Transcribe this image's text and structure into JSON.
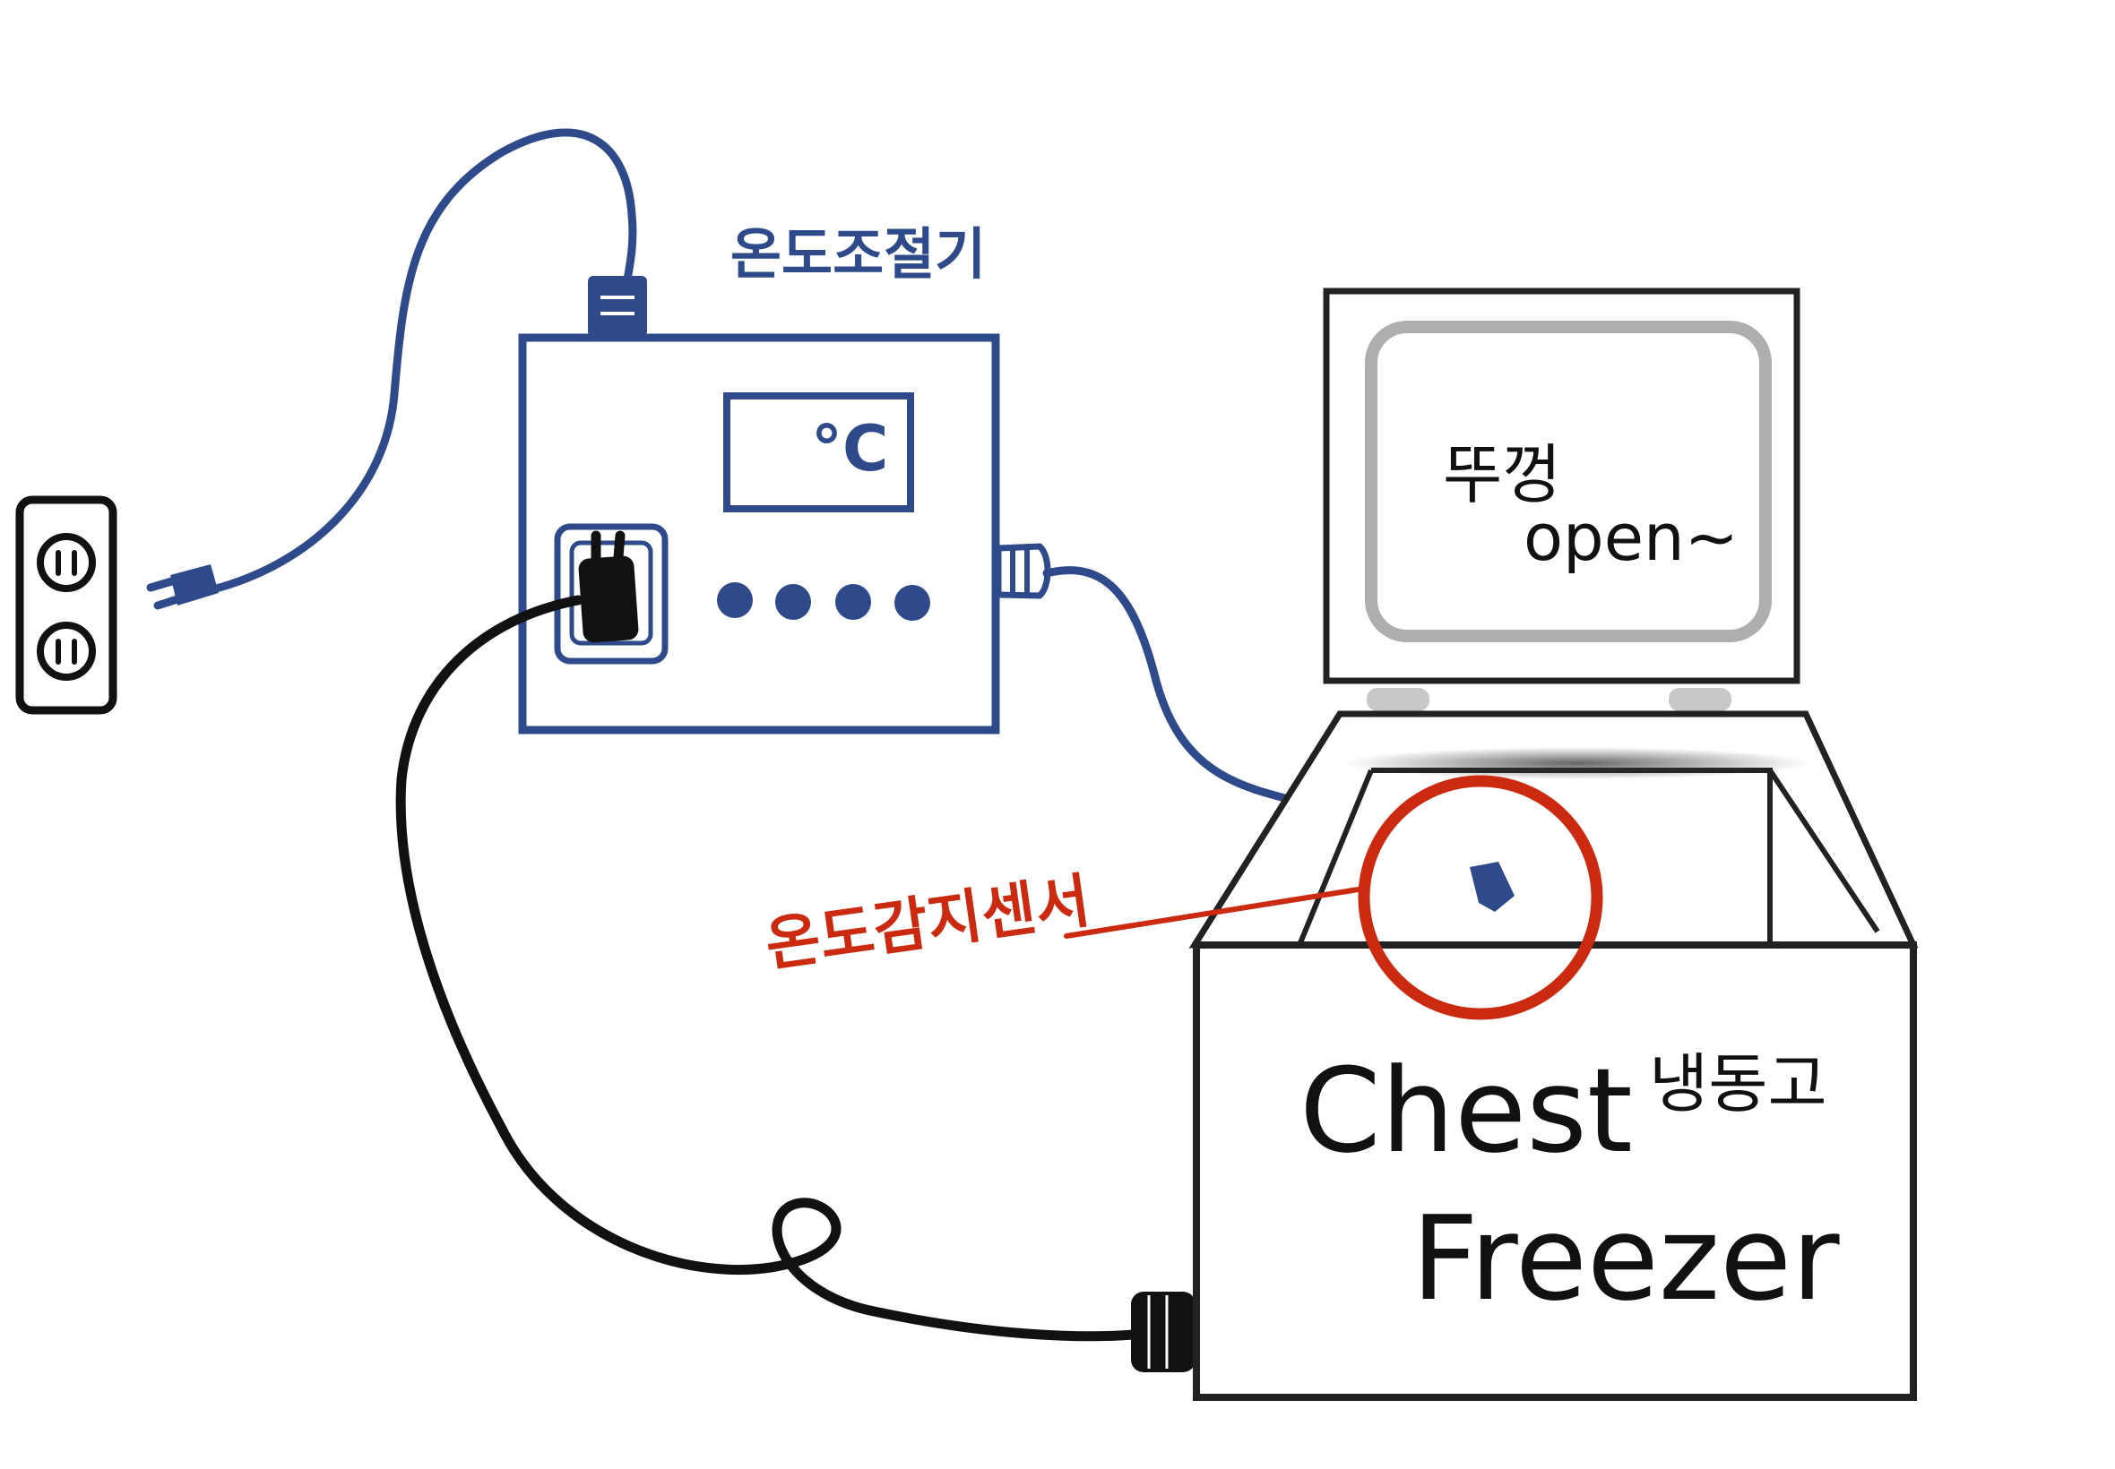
{
  "labels": {
    "controller": "온도조절기",
    "celsius": "°C",
    "lid_line1": "뚜껑",
    "lid_line2": "open~",
    "sensor": "온도감지센서",
    "freezer_line1": "Chest",
    "freezer_korean": "냉동고",
    "freezer_line2": "Freezer"
  },
  "controller": {
    "button_count": 4
  },
  "colors": {
    "controller_blue": "#2e4a8a",
    "cable_black": "#111111",
    "sensor_red": "#cc2a10",
    "lid_gray": "#aeaeb0",
    "background": "#ffffff"
  }
}
